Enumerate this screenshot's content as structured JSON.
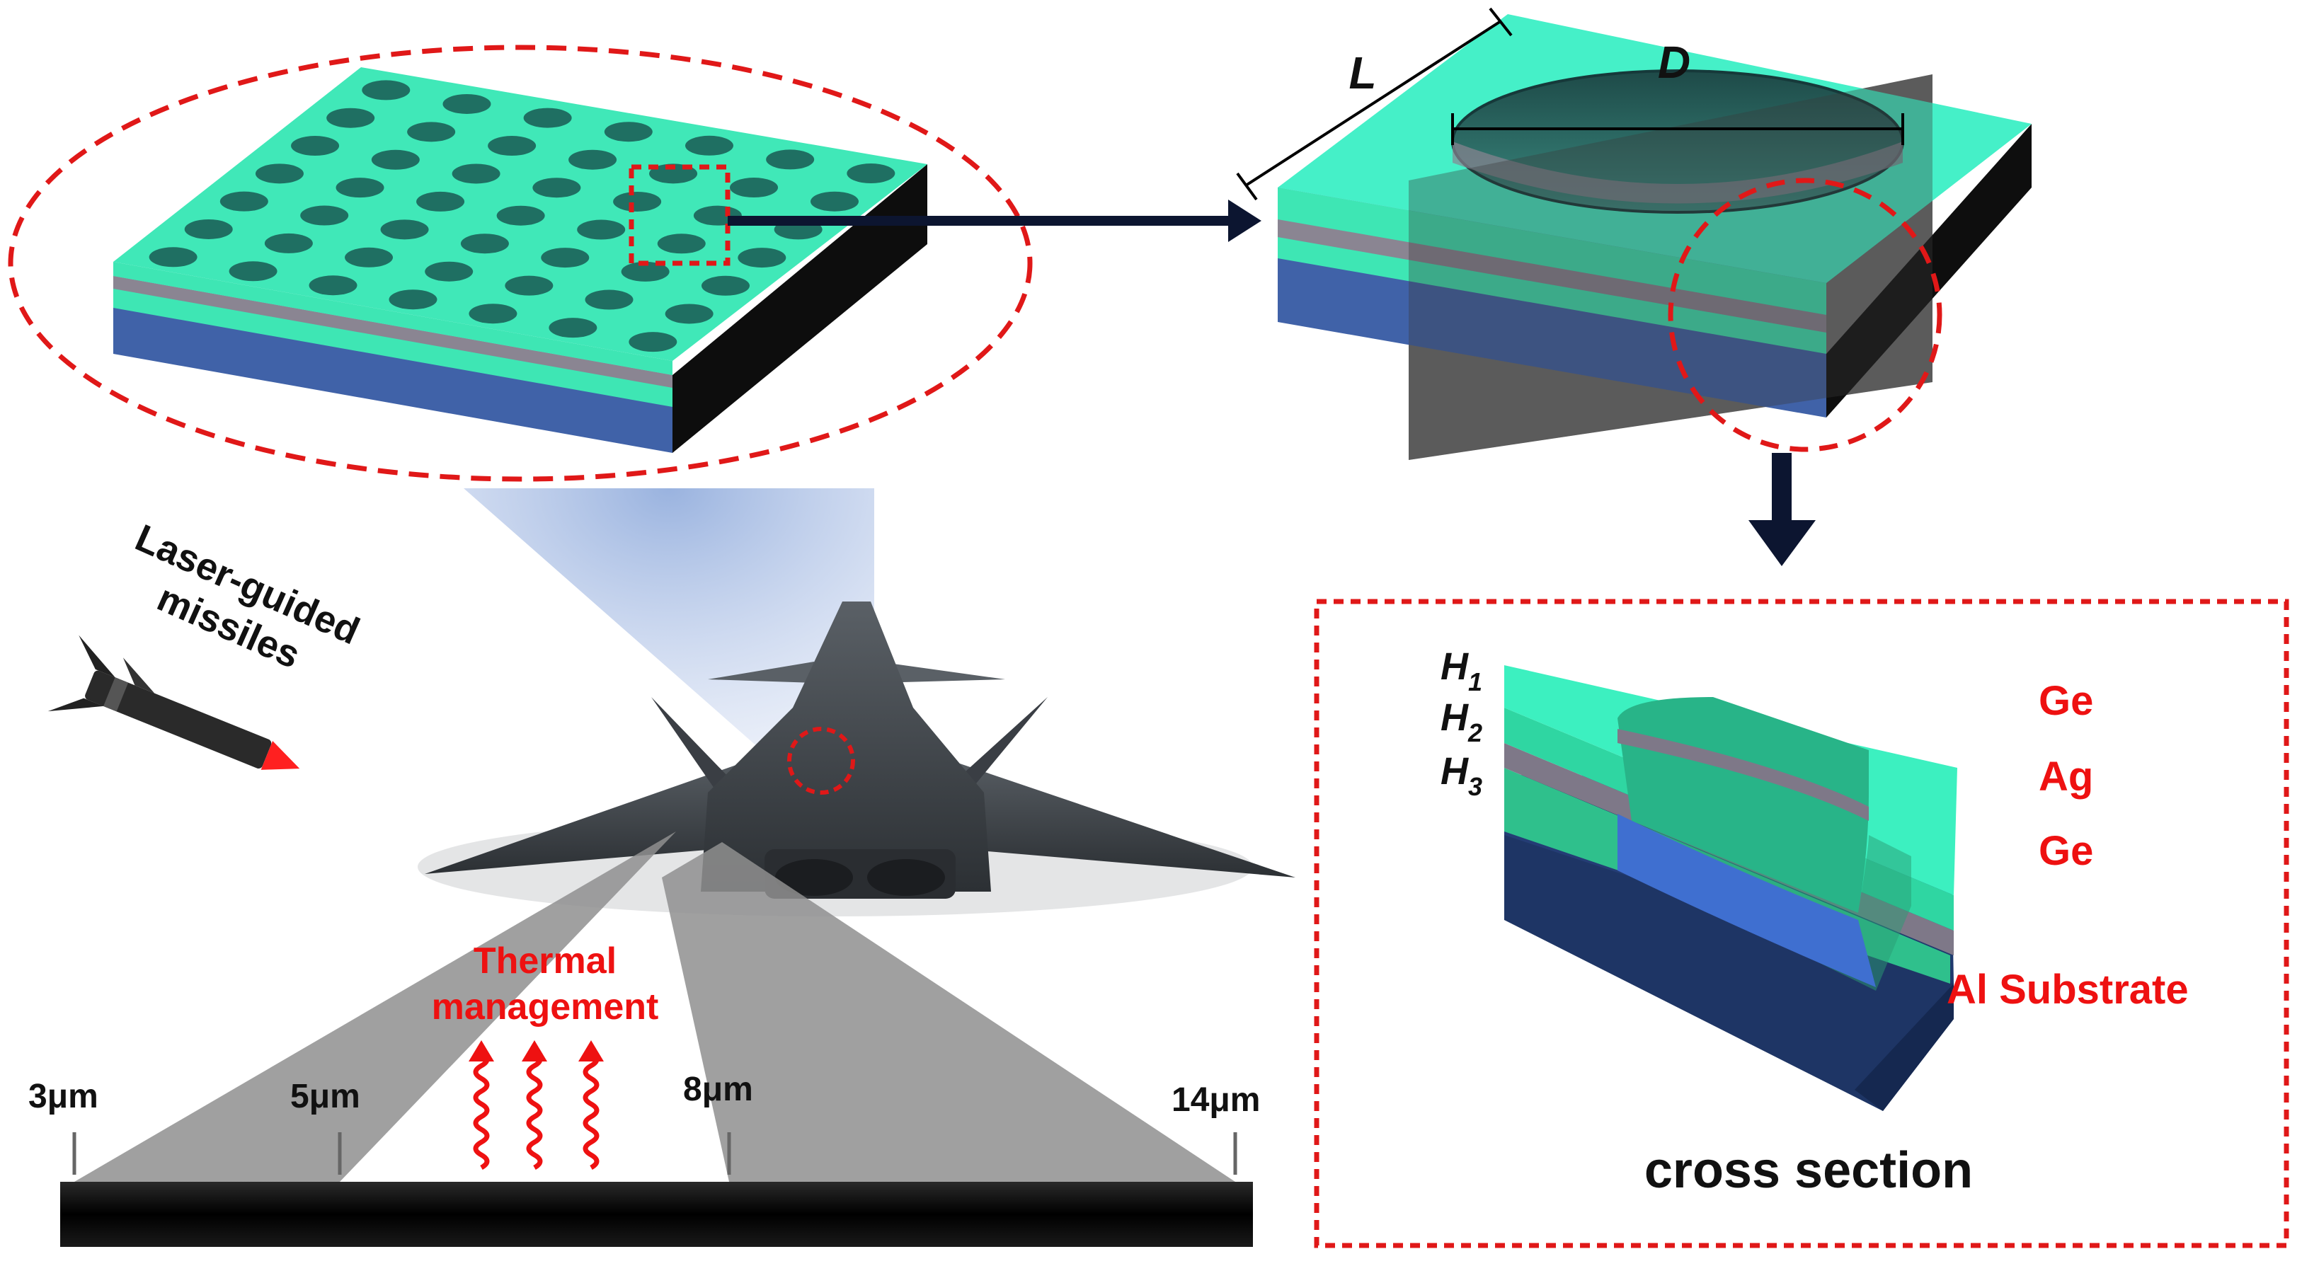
{
  "labels": {
    "missile": [
      "Laser-guided",
      "missiles"
    ],
    "thermal": [
      "Thermal",
      "management"
    ],
    "wavelengths": [
      "3μm",
      "5μm",
      "8μm",
      "14μm"
    ],
    "dim_L": "L",
    "dim_D": "D",
    "H": [
      "H",
      "H",
      "H"
    ],
    "H_sub": [
      "1",
      "2",
      "3"
    ],
    "layers": [
      "Ge",
      "Ag",
      "Ge",
      "Al Substrate"
    ],
    "caption": "cross section"
  },
  "colors": {
    "ge": "#3ff0c0",
    "ag": "#8a8592",
    "substrate": "#4062a8",
    "accent_red": "#e01818",
    "arrow": "#0c1530"
  }
}
